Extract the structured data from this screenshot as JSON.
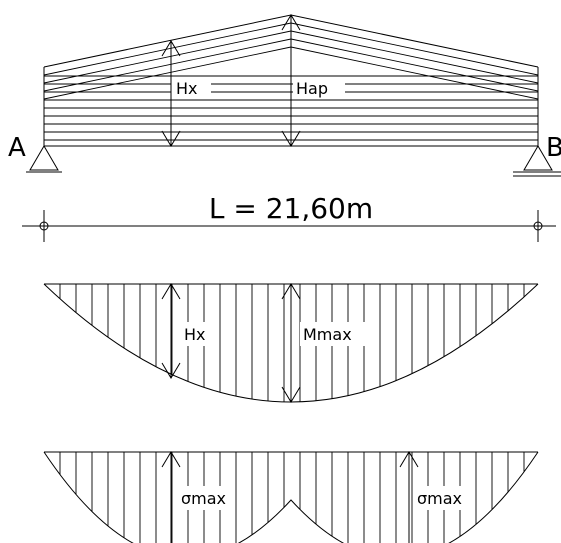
{
  "beam": {
    "support_left": "A",
    "support_right": "B",
    "height_x_label": "Hx",
    "height_apex_label": "Hap"
  },
  "span": {
    "label": "L = 21,60m"
  },
  "moment": {
    "height_x_label": "Hx",
    "max_label": "Mmax"
  },
  "stress": {
    "left_label": "σmax",
    "right_label": "σmax"
  }
}
